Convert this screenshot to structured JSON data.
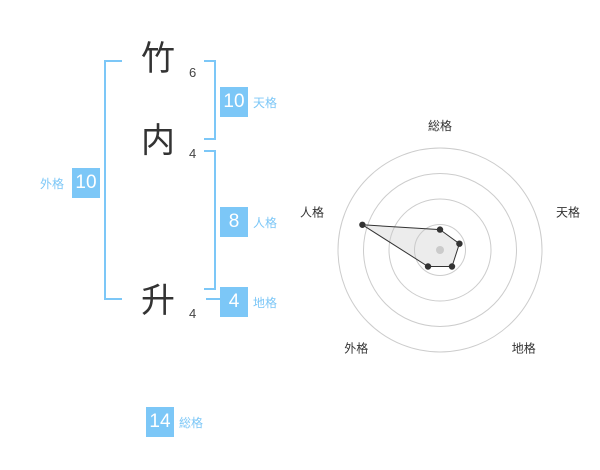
{
  "name": {
    "chars": [
      {
        "char": "竹",
        "strokes": "6"
      },
      {
        "char": "内",
        "strokes": "4"
      },
      {
        "char": "升",
        "strokes": "4"
      }
    ]
  },
  "kaku": {
    "tenkaku": {
      "value": "10",
      "label": "天格"
    },
    "jinkaku": {
      "value": "8",
      "label": "人格"
    },
    "chikaku": {
      "value": "4",
      "label": "地格"
    },
    "gaikaku": {
      "value": "10",
      "label": "外格"
    },
    "soukaku": {
      "value": "14",
      "label": "総格"
    }
  },
  "colors": {
    "accent": "#7cc7f7",
    "text": "#333333",
    "grid": "#cccccc"
  },
  "chart_data": {
    "type": "radar",
    "axes": [
      "総格",
      "天格",
      "地格",
      "外格",
      "人格"
    ],
    "values": [
      1,
      1,
      1,
      1,
      4
    ],
    "range": [
      0,
      5
    ],
    "rings": 4
  }
}
